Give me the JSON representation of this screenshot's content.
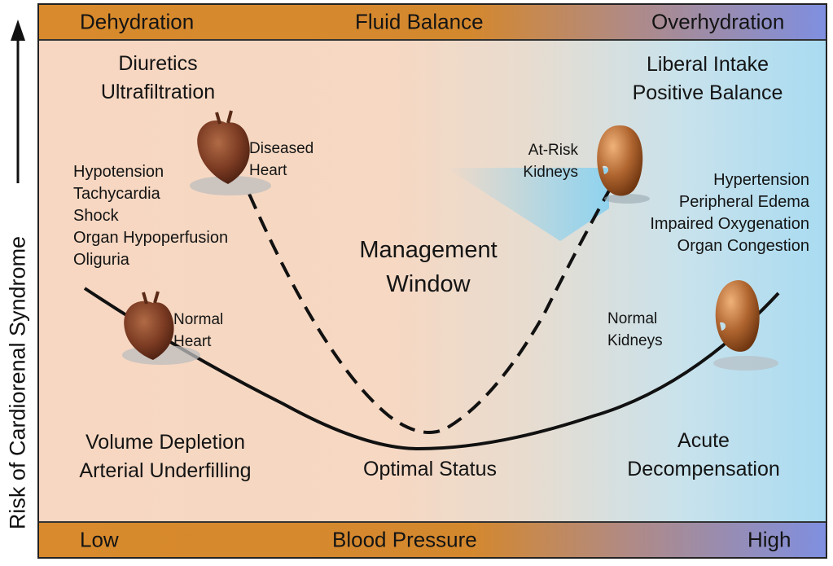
{
  "y_axis_label": "Risk of Cardiorenal Syndrome",
  "top_bar": {
    "left": "Dehydration",
    "center": "Fluid Balance",
    "right": "Overhydration"
  },
  "bottom_bar": {
    "left": "Low",
    "center": "Blood Pressure",
    "right": "High"
  },
  "regions": {
    "upper_left": [
      "Diuretics",
      "Ultrafiltration"
    ],
    "upper_right": [
      "Liberal Intake",
      "Positive Balance"
    ],
    "lower_left": [
      "Volume Depletion",
      "Arterial Underfilling"
    ],
    "lower_center": "Optimal Status",
    "lower_right": [
      "Acute",
      "Decompensation"
    ],
    "center": [
      "Management",
      "Window"
    ]
  },
  "symptoms_left": [
    "Hypotension",
    "Tachycardia",
    "Shock",
    "Organ Hypoperfusion",
    "Oliguria"
  ],
  "symptoms_right": [
    "Hypertension",
    "Peripheral Edema",
    "Impaired Oxygenation",
    "Organ Congestion"
  ],
  "organ_labels": {
    "diseased_heart": [
      "Diseased",
      "Heart"
    ],
    "normal_heart": [
      "Normal",
      "Heart"
    ],
    "at_risk_kidneys": [
      "At-Risk",
      "Kidneys"
    ],
    "normal_kidneys": [
      "Normal",
      "Kidneys"
    ]
  },
  "curves": {
    "normal": {
      "style": "solid",
      "color": "#111111"
    },
    "at_risk": {
      "style": "dashed",
      "color": "#111111"
    }
  },
  "colors": {
    "band_left": "#d88a2c",
    "band_right": "#7f8fe0",
    "field_left": "#f7d7c1",
    "field_right": "#a9dbf1",
    "heart": "#7a3a22",
    "kidney": "#b0652f"
  }
}
